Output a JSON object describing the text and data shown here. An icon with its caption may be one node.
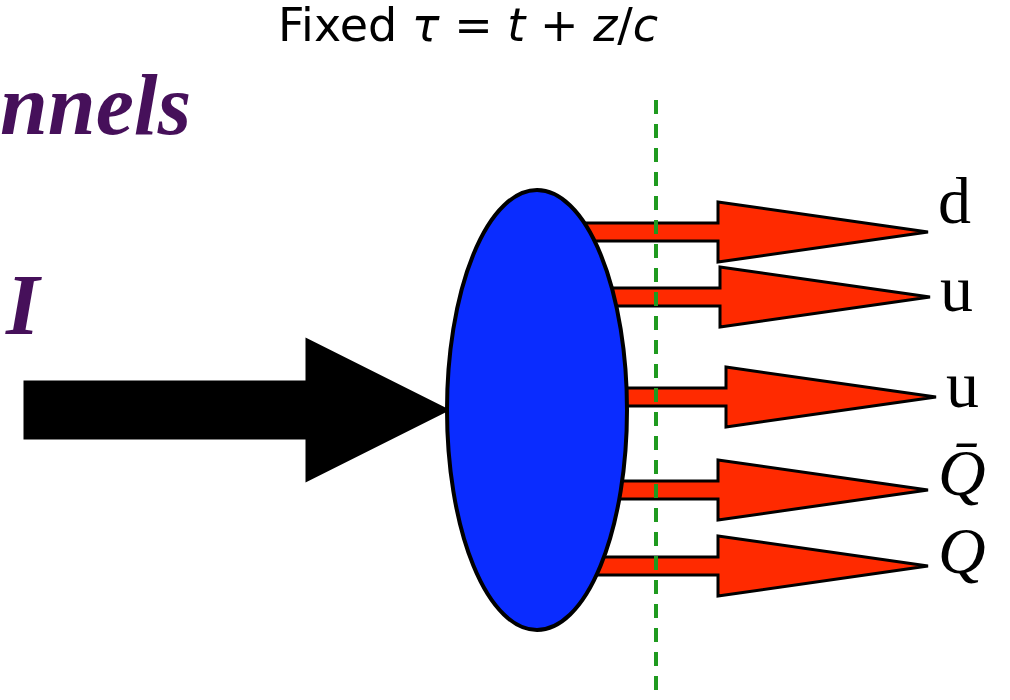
{
  "diagram": {
    "nodes": [
      {
        "text": [],
        "shape": "ellipse"
      },
      {
        "text": [
          "d"
        ]
      },
      {
        "text": [
          "u"
        ]
      },
      {
        "text": [
          "u"
        ]
      },
      {
        "text": [
          "Q̄"
        ]
      },
      {
        "text": [
          "Q"
        ]
      }
    ],
    "edges": [
      {
        "from": null,
        "to": 0,
        "arrow": "to",
        "style": "thick",
        "color": "#000000"
      },
      {
        "from": 0,
        "to": 1,
        "arrow": "to"
      },
      {
        "from": 0,
        "to": 2,
        "arrow": "to"
      },
      {
        "from": 0,
        "to": 3,
        "arrow": "to"
      },
      {
        "from": 0,
        "to": 4,
        "arrow": "to"
      },
      {
        "from": 0,
        "to": 5,
        "arrow": "to"
      }
    ],
    "labels": [
      "nnels",
      "I",
      "Fixed *τ* = *t* + *z*/*c*"
    ]
  }
}
